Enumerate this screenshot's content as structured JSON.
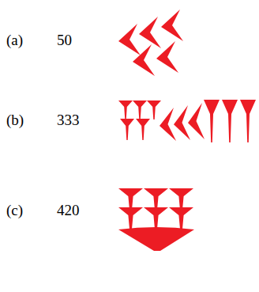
{
  "diagram": {
    "labels": [
      "(a)",
      "50",
      "(b)",
      "333",
      "(c)",
      "420"
    ]
  }
}
